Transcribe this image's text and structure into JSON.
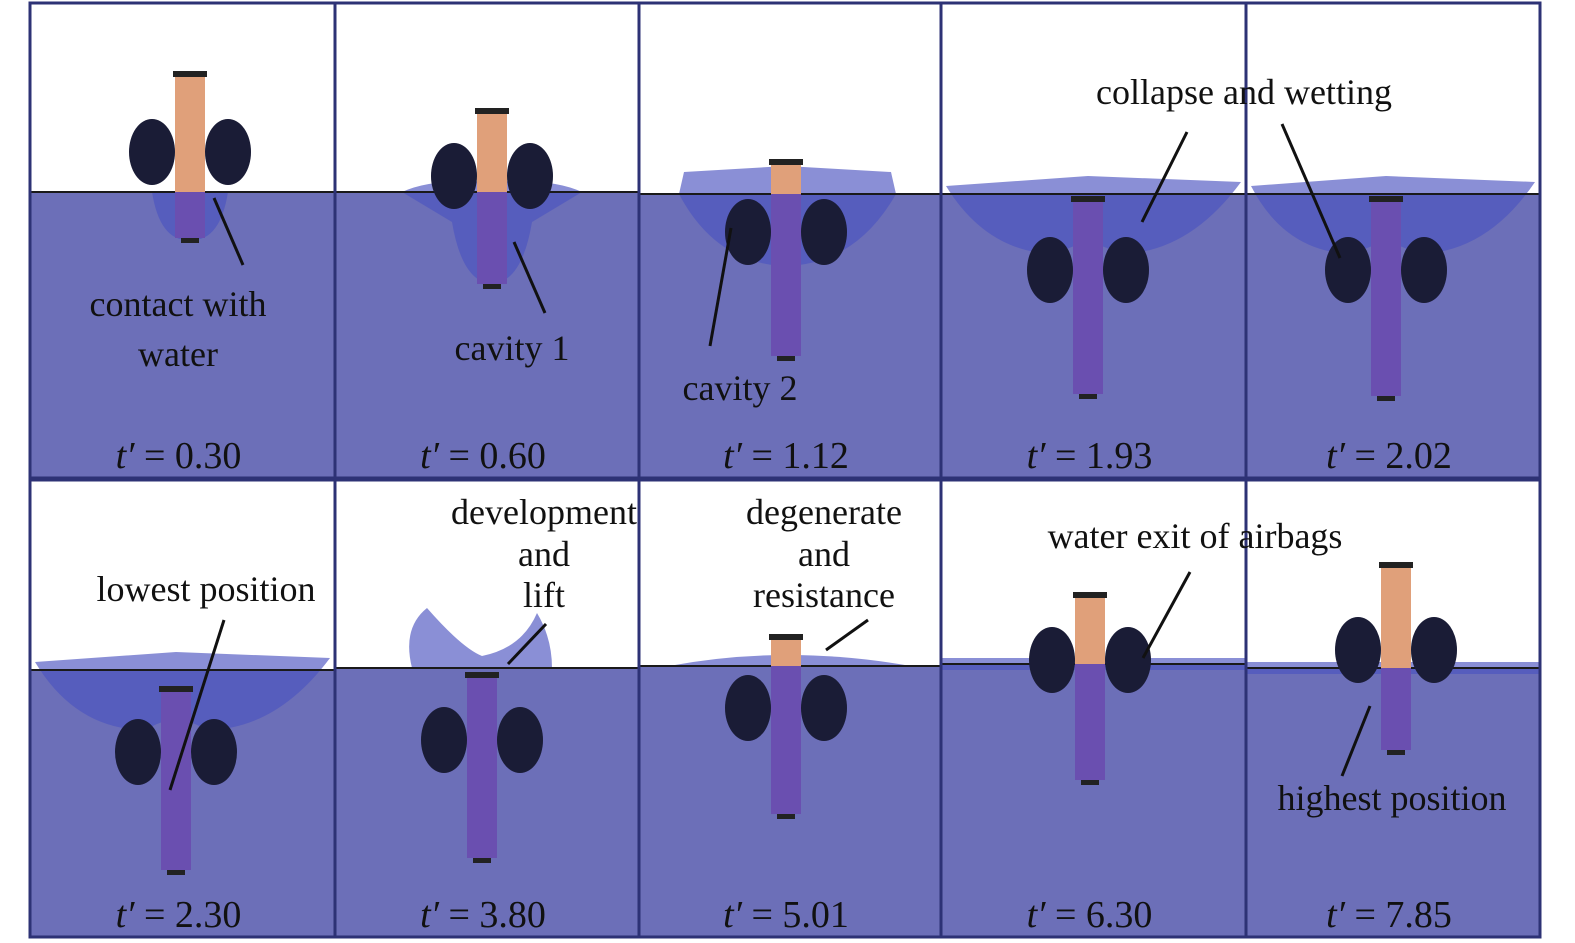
{
  "colors": {
    "water": "#6c6fb8",
    "splash": "#4b53c0",
    "border": "#2d3275",
    "airbag": "#1a1c36",
    "body_above": "#e0a07a",
    "body_below": "#6a4fb0",
    "sky": "#ffffff"
  },
  "frames": [
    {
      "time": "0.30",
      "state": "above",
      "labels": [
        "contact with",
        "water"
      ]
    },
    {
      "time": "0.60",
      "state": "entering",
      "labels": [
        "cavity 1"
      ]
    },
    {
      "time": "1.12",
      "state": "shallow",
      "labels": [
        "cavity 2"
      ]
    },
    {
      "time": "1.93",
      "state": "deep",
      "labels": [
        "collapse and wetting"
      ]
    },
    {
      "time": "2.02",
      "state": "deep",
      "labels": []
    },
    {
      "time": "2.30",
      "state": "deep",
      "labels": [
        "lowest position"
      ]
    },
    {
      "time": "3.80",
      "state": "rising",
      "labels": [
        "development",
        "and",
        "lift"
      ]
    },
    {
      "time": "5.01",
      "state": "rising-high",
      "labels": [
        "degenerate",
        "and",
        "resistance"
      ]
    },
    {
      "time": "6.30",
      "state": "exiting",
      "labels": [
        "water exit of airbags"
      ]
    },
    {
      "time": "7.85",
      "state": "highest",
      "labels": [
        "highest position"
      ]
    }
  ],
  "time_symbol": "t′ = "
}
